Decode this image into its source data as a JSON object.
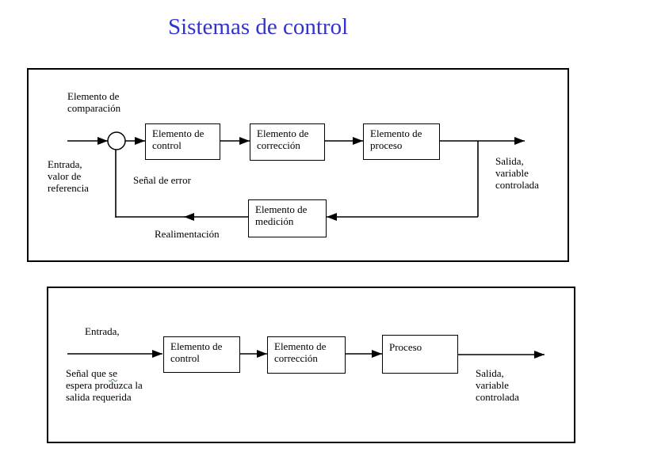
{
  "title": {
    "text": "Sistemas de control",
    "color": "#3333cc"
  },
  "diagram_top": {
    "boxes": {
      "control": "Elemento de\ncontrol",
      "correction": "Elemento de\ncorrección",
      "process": "Elemento de\nproceso",
      "measurement": "Elemento de\nmedición"
    },
    "labels": {
      "comparison_element": "Elemento de\ncomparación",
      "input": "Entrada,\nvalor de\nreferencia",
      "error_signal": "Señal de error",
      "output": "Salida,\nvariable\ncontrolada",
      "feedback": "Realimentación"
    }
  },
  "diagram_bottom": {
    "boxes": {
      "control": "Elemento de\ncontrol",
      "correction": "Elemento de\ncorrección",
      "process": "Proceso"
    },
    "labels": {
      "input": "Entrada,",
      "input_description_part1": "Señal que ",
      "input_description_underlined": "se",
      "input_description_line2": "espera produzca la",
      "input_description_line3": "salida requerida",
      "output": "Salida,\nvariable\ncontrolada"
    },
    "underline_color": "#3f8f3f"
  }
}
